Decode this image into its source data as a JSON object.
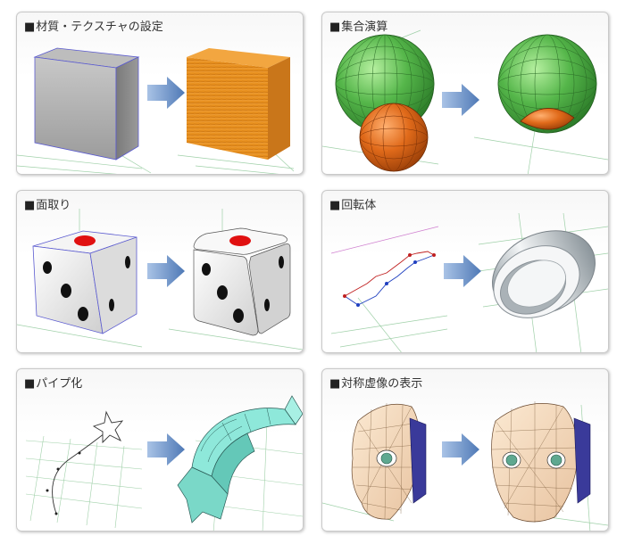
{
  "panels": [
    {
      "label": "材質・テクスチャの設定"
    },
    {
      "label": "集合演算"
    },
    {
      "label": "面取り"
    },
    {
      "label": "回転体"
    },
    {
      "label": "パイプ化"
    },
    {
      "label": "対称虚像の表示"
    }
  ],
  "title_marker": "■",
  "colors": {
    "cube_gray": "#8a8a8a",
    "wood_orange": "#e8901e",
    "sphere_green": "#4fb54a",
    "sphere_orange": "#e06a1a",
    "dice_dot_red": "#e01010",
    "pipe_cyan": "#7de0d0",
    "arrow_blue": "#5f88c2"
  },
  "icons": [
    "right-arrow-icon"
  ]
}
